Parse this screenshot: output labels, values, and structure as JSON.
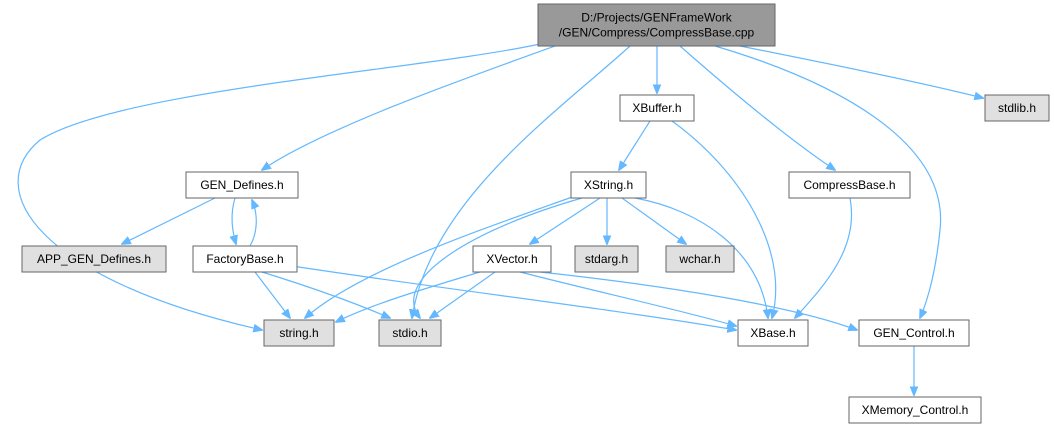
{
  "colors": {
    "root_fill": "#999999",
    "node_fill": "#ffffff",
    "external_fill": "#e0e0e0",
    "border": "#666666",
    "edge": "#63b8ff"
  },
  "nodes": [
    {
      "id": "root",
      "lines": [
        "D:/Projects/GENFrameWork",
        "/GEN/Compress/CompressBase.cpp"
      ],
      "kind": "root"
    },
    {
      "id": "xbuffer",
      "lines": [
        "XBuffer.h"
      ],
      "kind": "internal"
    },
    {
      "id": "stdlib",
      "lines": [
        "stdlib.h"
      ],
      "kind": "external"
    },
    {
      "id": "gen_defines",
      "lines": [
        "GEN_Defines.h"
      ],
      "kind": "internal"
    },
    {
      "id": "xstring",
      "lines": [
        "XString.h"
      ],
      "kind": "internal"
    },
    {
      "id": "compressbase",
      "lines": [
        "CompressBase.h"
      ],
      "kind": "internal"
    },
    {
      "id": "app_gen_defines",
      "lines": [
        "APP_GEN_Defines.h"
      ],
      "kind": "external"
    },
    {
      "id": "factorybase",
      "lines": [
        "FactoryBase.h"
      ],
      "kind": "internal"
    },
    {
      "id": "xvector",
      "lines": [
        "XVector.h"
      ],
      "kind": "internal"
    },
    {
      "id": "stdarg",
      "lines": [
        "stdarg.h"
      ],
      "kind": "external"
    },
    {
      "id": "wchar",
      "lines": [
        "wchar.h"
      ],
      "kind": "external"
    },
    {
      "id": "string",
      "lines": [
        "string.h"
      ],
      "kind": "external"
    },
    {
      "id": "stdio",
      "lines": [
        "stdio.h"
      ],
      "kind": "external"
    },
    {
      "id": "xbase",
      "lines": [
        "XBase.h"
      ],
      "kind": "internal"
    },
    {
      "id": "gen_control",
      "lines": [
        "GEN_Control.h"
      ],
      "kind": "internal"
    },
    {
      "id": "xmemory_control",
      "lines": [
        "XMemory_Control.h"
      ],
      "kind": "internal"
    }
  ],
  "edges": [
    {
      "from": "root",
      "to": "xbuffer"
    },
    {
      "from": "root",
      "to": "stdlib"
    },
    {
      "from": "root",
      "to": "gen_defines"
    },
    {
      "from": "root",
      "to": "compressbase"
    },
    {
      "from": "root",
      "to": "string"
    },
    {
      "from": "root",
      "to": "stdio"
    },
    {
      "from": "root",
      "to": "gen_control"
    },
    {
      "from": "xbuffer",
      "to": "xstring"
    },
    {
      "from": "xbuffer",
      "to": "xbase"
    },
    {
      "from": "gen_defines",
      "to": "app_gen_defines"
    },
    {
      "from": "gen_defines",
      "to": "factorybase"
    },
    {
      "from": "factorybase",
      "to": "gen_defines"
    },
    {
      "from": "factorybase",
      "to": "string"
    },
    {
      "from": "factorybase",
      "to": "stdio"
    },
    {
      "from": "factorybase",
      "to": "xbase"
    },
    {
      "from": "xstring",
      "to": "xvector"
    },
    {
      "from": "xstring",
      "to": "stdarg"
    },
    {
      "from": "xstring",
      "to": "wchar"
    },
    {
      "from": "xstring",
      "to": "string"
    },
    {
      "from": "xstring",
      "to": "stdio"
    },
    {
      "from": "xstring",
      "to": "xbase"
    },
    {
      "from": "xvector",
      "to": "string"
    },
    {
      "from": "xvector",
      "to": "stdio"
    },
    {
      "from": "xvector",
      "to": "xbase"
    },
    {
      "from": "xvector",
      "to": "gen_control"
    },
    {
      "from": "compressbase",
      "to": "xbase"
    },
    {
      "from": "gen_control",
      "to": "xmemory_control"
    }
  ]
}
